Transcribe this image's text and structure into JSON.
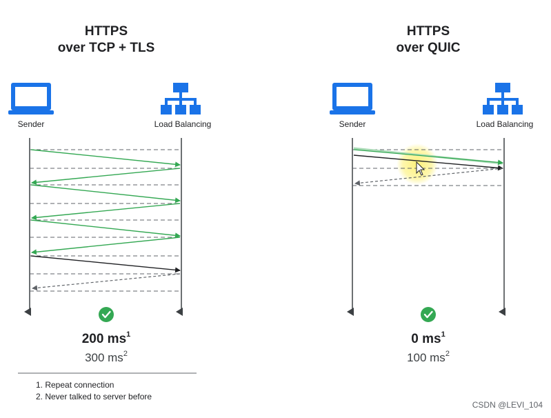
{
  "left_panel": {
    "title_line1": "HTTPS",
    "title_line2": "over TCP + TLS",
    "sender_label": "Sender",
    "receiver_label": "Load Balancing",
    "latency_main": "200 ms",
    "latency_main_sup": "1",
    "latency_sub": "300 ms",
    "latency_sub_sup": "2"
  },
  "right_panel": {
    "title_line1": "HTTPS",
    "title_line2": "over QUIC",
    "sender_label": "Sender",
    "receiver_label": "Load Balancing",
    "latency_main": "0 ms",
    "latency_main_sup": "1",
    "latency_sub": "100 ms",
    "latency_sub_sup": "2"
  },
  "footnotes": {
    "note1": "1. Repeat connection",
    "note2": "2. Never talked to server before"
  },
  "watermark": "CSDN @LEVI_104",
  "colors": {
    "icon_blue": "#1a73e8",
    "handshake_green": "#34a853",
    "handshake_green_light": "#a8dab5",
    "data_black": "#202124",
    "check_green": "#34a853",
    "cursor_highlight": "#fdf06c"
  },
  "icons": {
    "sender": "laptop-icon",
    "receiver": "network-hierarchy-icon",
    "success": "checkmark-circle-icon",
    "cursor": "mouse-cursor-icon"
  }
}
